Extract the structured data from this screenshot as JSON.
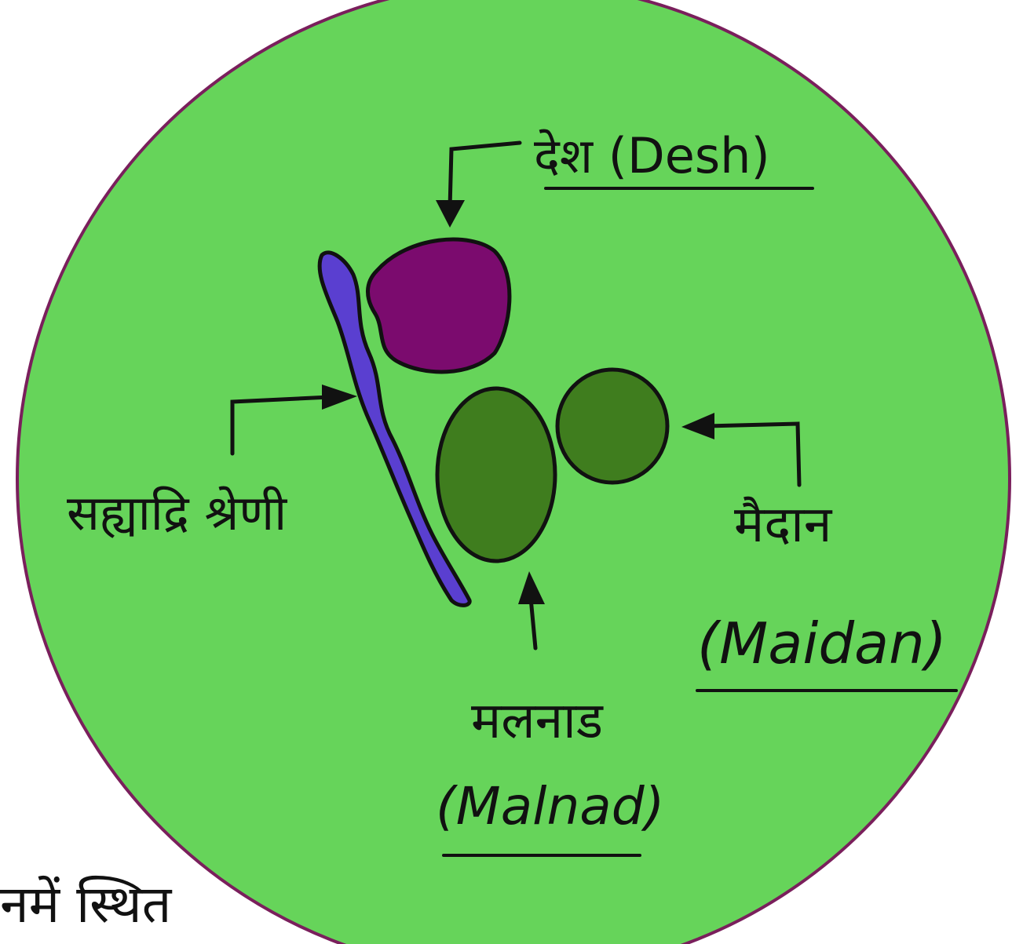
{
  "diagram": {
    "labels": {
      "desh": "देश (Desh)",
      "sahyadri": "सह्याद्रि श्रेणी",
      "maidan_hindi": "मैदान",
      "maidan_english": "(Maidan)",
      "malnad_hindi": "मलनाड",
      "malnad_english": "(Malnad)"
    },
    "page_fragment": "नमें स्थित",
    "colors": {
      "background_circle": "#66D45A",
      "circle_border": "#7A1F5C",
      "desh_region": "#7B0B6E",
      "sahyadri_range": "#5A3FD0",
      "malnad_region": "#3F7D1E",
      "maidan_region": "#3F7D1E",
      "outline": "#111111"
    }
  }
}
